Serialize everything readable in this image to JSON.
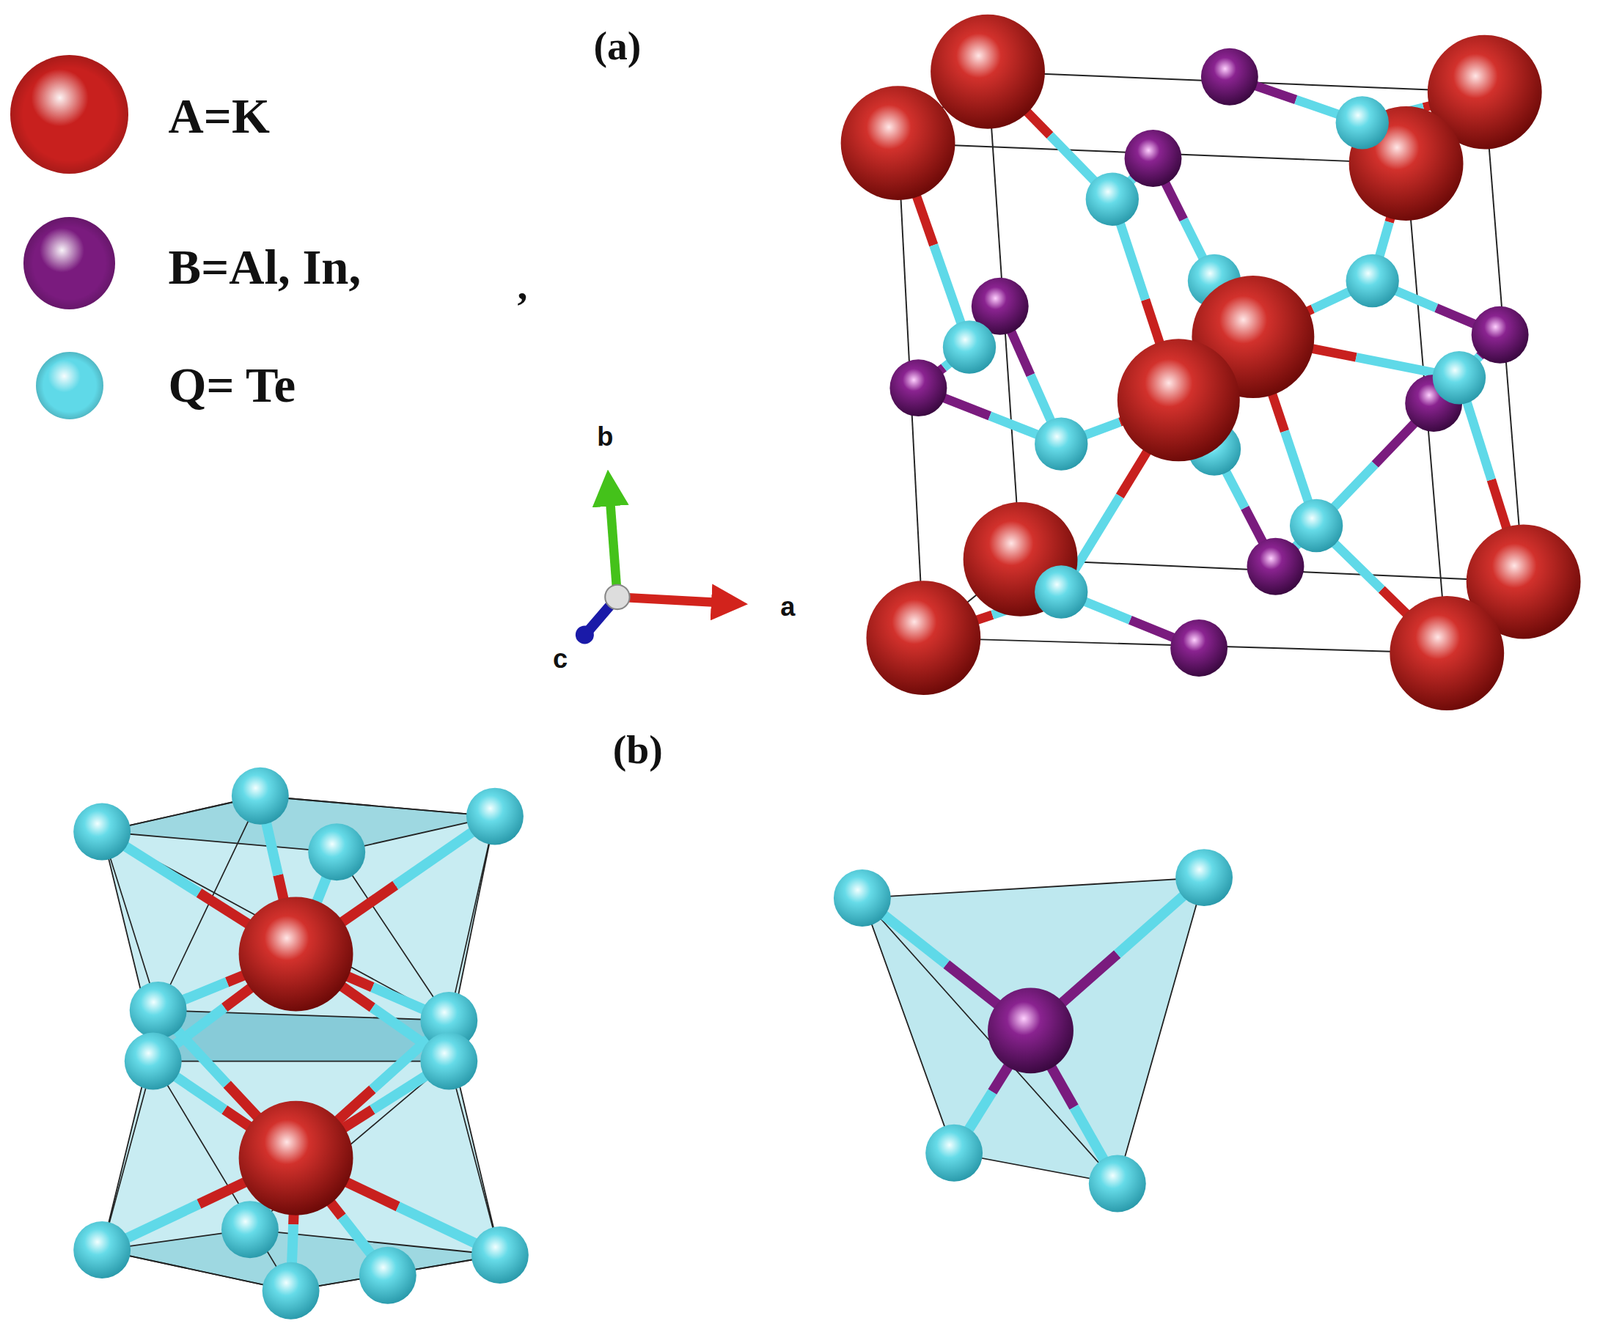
{
  "diagram": {
    "labels": [
      "(a)",
      ",",
      "b",
      "a",
      "c",
      "(b)"
    ],
    "legend": [
      {
        "text": "A=K",
        "color": "#c8201e"
      },
      {
        "text": "B=Al, In,",
        "color": "#7a1b7e"
      },
      {
        "text": "Q= Te",
        "color": "#5fd9e8"
      }
    ]
  }
}
